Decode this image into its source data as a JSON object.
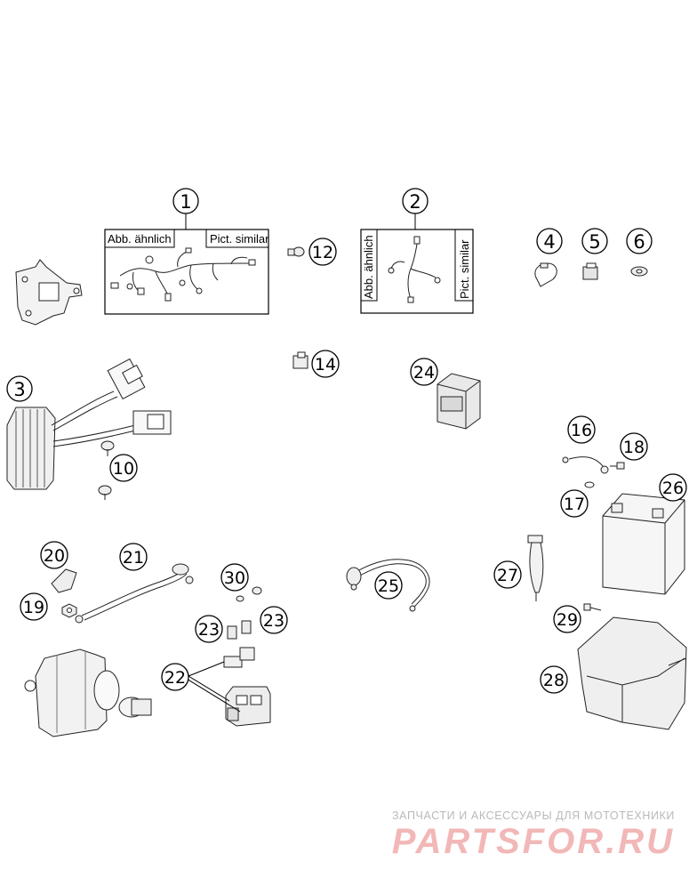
{
  "callouts": [
    {
      "id": "c1",
      "num": "1"
    },
    {
      "id": "c2",
      "num": "2"
    },
    {
      "id": "c3",
      "num": "3"
    },
    {
      "id": "c4",
      "num": "4"
    },
    {
      "id": "c5",
      "num": "5"
    },
    {
      "id": "c6",
      "num": "6"
    },
    {
      "id": "c10",
      "num": "10"
    },
    {
      "id": "c12",
      "num": "12"
    },
    {
      "id": "c14",
      "num": "14"
    },
    {
      "id": "c16",
      "num": "16"
    },
    {
      "id": "c17",
      "num": "17"
    },
    {
      "id": "c18",
      "num": "18"
    },
    {
      "id": "c19",
      "num": "19"
    },
    {
      "id": "c20",
      "num": "20"
    },
    {
      "id": "c21",
      "num": "21"
    },
    {
      "id": "c22",
      "num": "22"
    },
    {
      "id": "c23a",
      "num": "23"
    },
    {
      "id": "c23b",
      "num": "23"
    },
    {
      "id": "c24",
      "num": "24"
    },
    {
      "id": "c25",
      "num": "25"
    },
    {
      "id": "c26",
      "num": "26"
    },
    {
      "id": "c27",
      "num": "27"
    },
    {
      "id": "c28",
      "num": "28"
    },
    {
      "id": "c29",
      "num": "29"
    },
    {
      "id": "c30",
      "num": "30"
    }
  ],
  "box1": {
    "left_label": "Abb. ähnlich",
    "right_label": "Pict. similar"
  },
  "box2": {
    "left_label": "Abb. ähnlich",
    "right_label": "Pict. similar"
  },
  "watermark": {
    "line1": "ЗАПЧАСТИ И АКСЕССУАРЫ ДЛЯ МОТОТЕХНИКИ",
    "brand": "PARTSFOR.RU"
  }
}
